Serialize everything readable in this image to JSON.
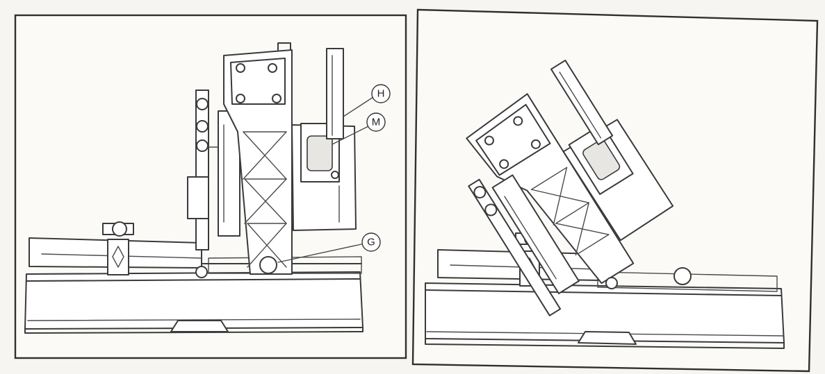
{
  "panels": [
    {
      "id": "upright",
      "callouts": [
        {
          "key": "h",
          "label": "H"
        },
        {
          "key": "m",
          "label": "M"
        },
        {
          "key": "g",
          "label": "G"
        }
      ]
    },
    {
      "id": "tilted",
      "callouts": []
    }
  ]
}
